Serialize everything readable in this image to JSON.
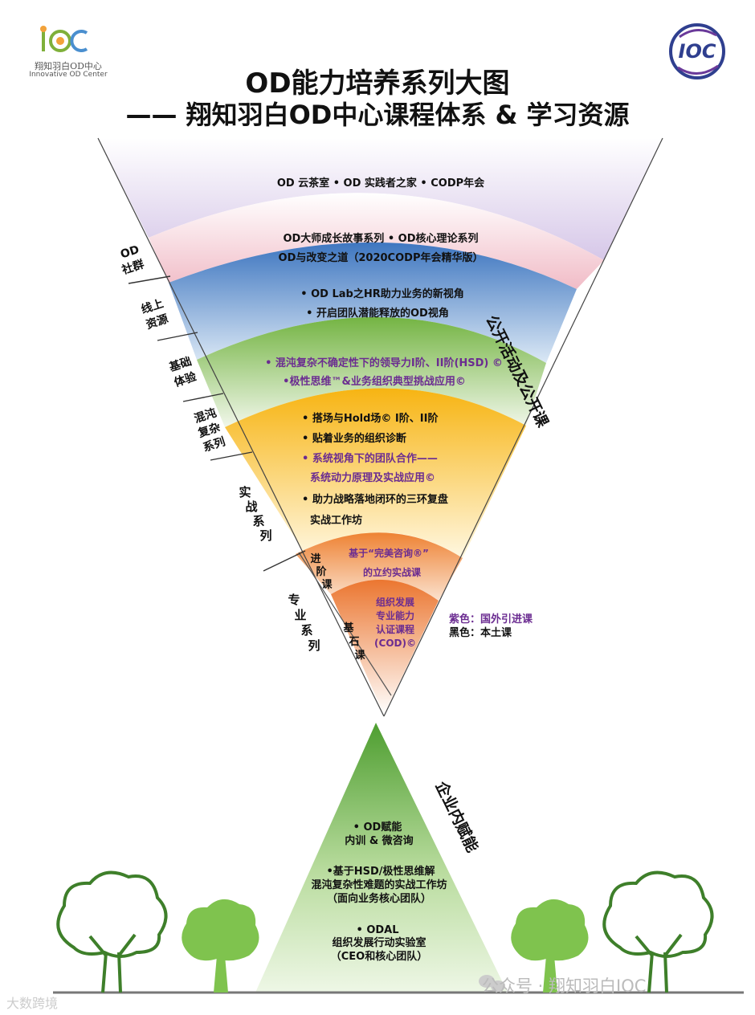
{
  "header": {
    "title_line1": "OD能力培养系列大图",
    "title_line2": "—— 翔知羽白OD中心课程体系 & 学习资源"
  },
  "logo_left": {
    "mark": "IOC",
    "text_cn": "翔知羽白OD中心",
    "text_en": "Innovative OD Center"
  },
  "logo_right": {
    "mark": "IOC"
  },
  "left_labels": {
    "od_community": [
      "OD",
      "社群"
    ],
    "online": [
      "线上",
      "资源"
    ],
    "basic": [
      "基础",
      "体验"
    ],
    "chaos": [
      "混沌",
      "复杂",
      "系列"
    ],
    "practice": [
      "实",
      "战",
      "系",
      "列"
    ],
    "professional": [
      "专",
      "业",
      "系",
      "列"
    ]
  },
  "inner_labels": {
    "advanced": [
      "进",
      "阶",
      "课"
    ],
    "cornerstone": [
      "基",
      "石",
      "课"
    ]
  },
  "right_labels": {
    "public": "公开活动及公开课",
    "enterprise": "企业内赋能"
  },
  "bands": {
    "community": {
      "line1": "OD 云茶室  •  OD 实践者之家 • CODP年会"
    },
    "online": {
      "line1": "OD大师成长故事系列 •  OD核心理论系列",
      "line2": "OD与改变之道（2020CODP年会精华版）"
    },
    "basic": {
      "line1": "• OD Lab之HR助力业务的新视角",
      "line2": "• 开启团队潜能释放的OD视角"
    },
    "chaos": {
      "line1": "• 混沌复杂不确定性下的领导力I阶、II阶(HSD) ©",
      "line2": "•极性思维™&业务组织典型挑战应用©"
    },
    "practice": {
      "line1": "• 搭场与Hold场© I阶、II阶",
      "line2": "• 贴着业务的组织诊断",
      "line3": "• 系统视角下的团队合作——",
      "line4": "系统动力原理及实战应用©",
      "line5": "• 助力战略落地闭环的三环复盘",
      "line6": "实战工作坊"
    },
    "advanced": {
      "line1": "基于“完美咨询®”",
      "line2": "的立约实战课"
    },
    "cornerstone": {
      "line1": "组织发展",
      "line2": "专业能力",
      "line3": "认证课程",
      "line4": "(COD)©"
    }
  },
  "legend": {
    "purple": "紫色：国外引进课",
    "black": "黑色：本土课"
  },
  "enterprise": {
    "item1_line1": "• OD赋能",
    "item1_line2": "内训 & 微咨询",
    "item2_line1": "•基于HSD/极性思维解",
    "item2_line2": "混沌复杂性难题的实战工作坊",
    "item2_line3": "（面向业务核心团队）",
    "item3_line1": "•  ODAL",
    "item3_line2": "组织发展行动实验室",
    "item3_line3": "（CEO和核心团队）"
  },
  "watermarks": {
    "right": "公众号 · 翔知羽白IOC",
    "left": "大数跨境"
  },
  "colors": {
    "purple_text": "#6b2c91",
    "band_community": "#d9cdea",
    "band_online": "#f3c6cf",
    "band_basic": "#4f86c9",
    "band_chaos": "#7ab648",
    "band_practice": "#f8b81d",
    "band_advanced": "#ef8a3c",
    "band_cornerstone": "#ec7a34",
    "pyramid": "#5aa83a",
    "tree_outline": "#3e7f2a",
    "tree_filled": "#7fc34e"
  }
}
